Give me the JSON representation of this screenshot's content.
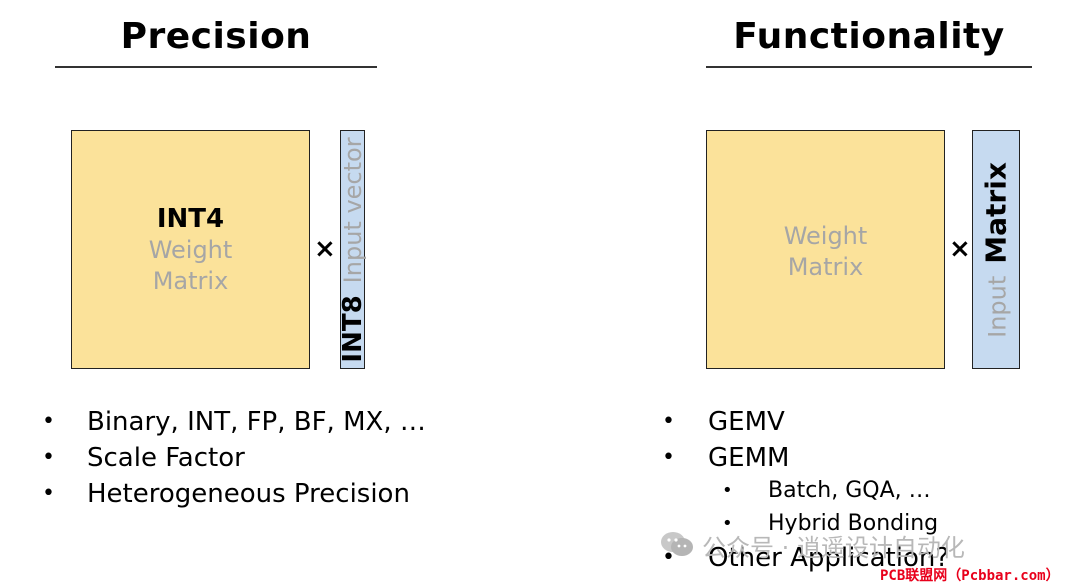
{
  "precision": {
    "title": "Precision",
    "weight_type": "INT4",
    "weight_label_1": "Weight",
    "weight_label_2": "Matrix",
    "times": "×",
    "vector_type": "INT8",
    "vector_label": "Input vector",
    "bullets": [
      "Binary, INT, FP, BF, MX, …",
      "Scale Factor",
      "Heterogeneous Precision"
    ]
  },
  "functionality": {
    "title": "Functionality",
    "weight_label_1": "Weight",
    "weight_label_2": "Matrix",
    "times": "×",
    "input_label_1": "Input",
    "input_label_2": "Matrix",
    "bullets": [
      "GEMV",
      "GEMM"
    ],
    "sub_bullets": [
      "Batch, GQA, …",
      "Hybrid Bonding"
    ],
    "last_bullet": "Other Application?"
  },
  "bullet_glyph": "•",
  "watermark": "公众号 · 逍遥设计自动化",
  "credit": "PCB联盟网（Pcbbar.com）"
}
